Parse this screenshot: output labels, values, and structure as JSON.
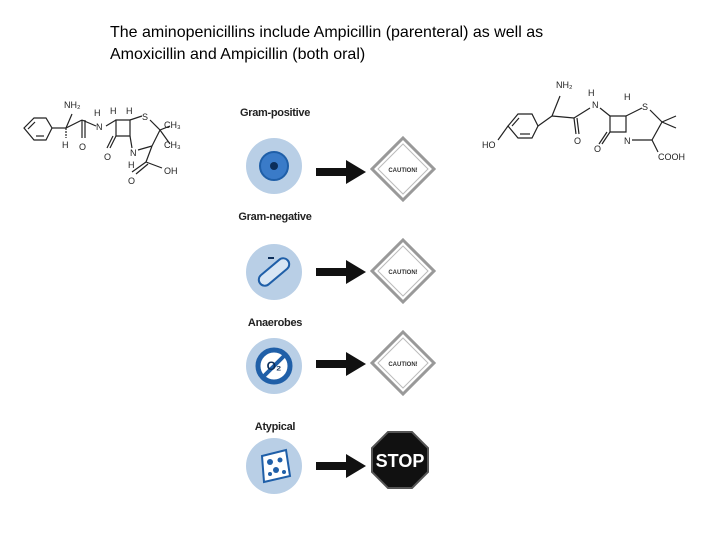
{
  "title": {
    "line1": "The aminopenicillins include Ampicillin (parenteral) as well as",
    "line2": "Amoxicillin and Ampicillin (both oral)"
  },
  "left_molecule": {
    "nh2": "NH₂",
    "n": "N",
    "h1": "H",
    "h2": "H",
    "h3": "H",
    "h_left": "H",
    "s": "S",
    "ch3_a": "CH₃",
    "ch3_b": "CH₃",
    "n2": "N",
    "h_n": "H",
    "o1": "O",
    "o2": "O",
    "oh": "OH"
  },
  "right_molecule": {
    "nh2": "NH₂",
    "h_n": "H",
    "n": "N",
    "h_top": "H",
    "s": "S",
    "ho": "HO",
    "n2": "N",
    "o": "O",
    "cooh": "COOH"
  },
  "rows": [
    {
      "label": "Gram-positive",
      "sign": "CAUTION!"
    },
    {
      "label": "Gram-negative",
      "sign": "CAUTION!"
    },
    {
      "label": "Anaerobes",
      "sign": "CAUTION!"
    },
    {
      "label": "Atypical",
      "sign": "STOP"
    }
  ],
  "colors": {
    "badge_fill": "#b9cfe6",
    "badge_inner": "#1f5fa8",
    "arrow": "#111111",
    "sign_stop": "#111111"
  }
}
